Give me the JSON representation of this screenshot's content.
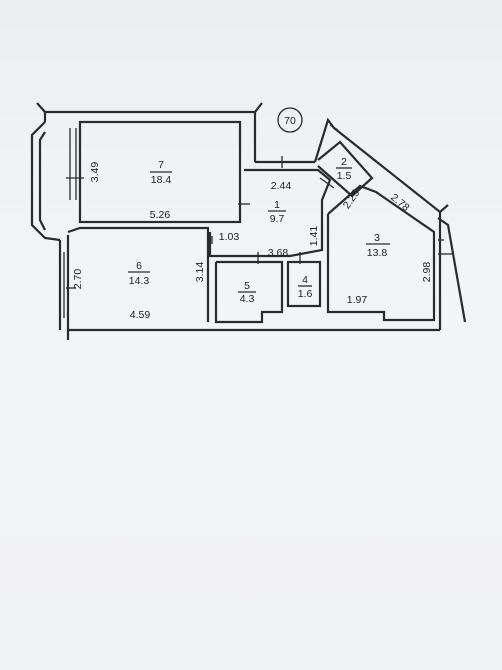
{
  "plan": {
    "apartment_number": "70",
    "rooms": [
      {
        "id": "7",
        "area": "18.4"
      },
      {
        "id": "1",
        "area": "9.7"
      },
      {
        "id": "2",
        "area": "1.5"
      },
      {
        "id": "3",
        "area": "13.8"
      },
      {
        "id": "6",
        "area": "14.3"
      },
      {
        "id": "5",
        "area": "4.3"
      },
      {
        "id": "4",
        "area": "1.6"
      }
    ],
    "dimensions": {
      "d_3_49": "3.49",
      "d_5_26": "5.26",
      "d_2_44": "2.44",
      "d_2_25": "2.25",
      "d_2_78": "2.78",
      "d_1_03": "1.03",
      "d_1_41": "1.41",
      "d_3_68": "3.68",
      "d_2_70": "2.70",
      "d_3_14": "3.14",
      "d_4_59": "4.59",
      "d_1_97": "1.97",
      "d_2_98": "2.98"
    }
  }
}
